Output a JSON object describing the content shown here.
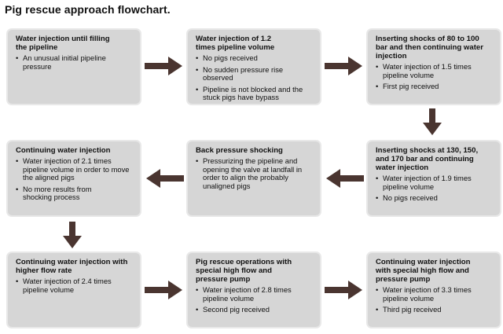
{
  "title": "Pig rescue approach flowchart.",
  "colors": {
    "box_fill": "#d6d6d6",
    "box_border": "#e8e8e8",
    "arrow": "#4a3530"
  },
  "boxes": [
    {
      "title": "Water injection until filling the pipeline",
      "bullets": [
        "An unusual initial pipeline pressure"
      ]
    },
    {
      "title": "Water injection of 1.2 times pipeline volume",
      "bullets": [
        "No pigs received",
        "No sudden pressure rise observed",
        "Pipeline is not blocked and the stuck pigs have bypass"
      ]
    },
    {
      "title": "Inserting shocks of 80 to 100 bar and then continuing water injection",
      "bullets": [
        "Water injection of 1.5 times pipeline volume",
        "First pig received"
      ]
    },
    {
      "title": "Inserting shocks at 130, 150, and 170 bar and continuing water injection",
      "bullets": [
        "Water injection of 1.9 times pipeline volume",
        "No pigs received"
      ]
    },
    {
      "title": "Back pressure shocking",
      "bullets": [
        "Pressurizing the pipeline and opening the valve at landfall in order to align the probably unaligned pigs"
      ]
    },
    {
      "title": "Continuing water injection",
      "bullets": [
        "Water injection of 2.1 times pipeline volume in order to move the aligned pigs",
        "No more results from shocking process"
      ]
    },
    {
      "title": "Continuing water injection with higher flow rate",
      "bullets": [
        "Water injection of 2.4 times pipeline volume"
      ]
    },
    {
      "title": "Pig rescue operations with special high flow and pressure pump",
      "bullets": [
        "Water injection of 2.8 times pipeline volume",
        "Second pig received"
      ]
    },
    {
      "title": "Continuing water injection with special high flow and pressure pump",
      "bullets": [
        "Water injection of 3.3 times pipeline volume",
        "Third pig received"
      ]
    }
  ]
}
